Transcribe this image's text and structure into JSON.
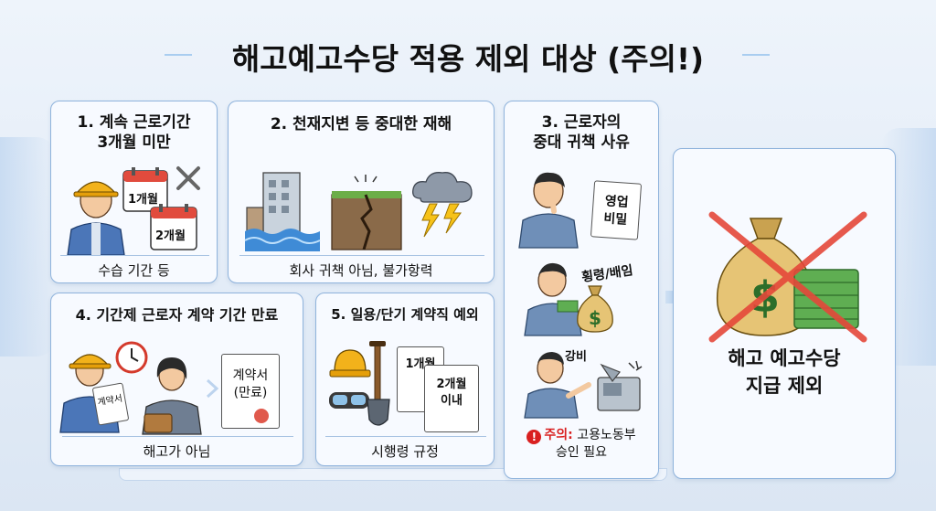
{
  "title": "해고예고수당 적용 제외 대상 (주의!)",
  "cards": [
    {
      "title_line1": "1. 계속 근로기간",
      "title_line2": "3개월 미만",
      "caption": "수습 기간 등",
      "calendar1": "1개월",
      "calendar2": "2개월"
    },
    {
      "title": "2. 천재지변 등 중대한 재해",
      "caption": "회사 귀책 아님, 불가항력"
    },
    {
      "title_line1": "3. 근로자의",
      "title_line2": "중대 귀책 사유",
      "doc_line1": "영업",
      "doc_line2": "비밀",
      "label_embezzle": "횡령/배임",
      "label_violence": "강비",
      "warning_mark": "!",
      "warning_label": "주의:",
      "warning_text1": "고용노동부",
      "warning_text2": "승인 필요"
    },
    {
      "title": "4. 기간제 근로자 계약 기간 만료",
      "caption": "해고가 아님",
      "held_doc": "계약서",
      "contract_line1": "계약서",
      "contract_line2": "(만료)"
    },
    {
      "title": "5. 일용/단기 계약직 예외",
      "caption": "시행령 규정",
      "doc1": "1개월",
      "doc2_line1": "2개월",
      "doc2_line2": "이내"
    }
  ],
  "result": {
    "line1": "해고 예고수당",
    "line2": "지급 제외"
  },
  "colors": {
    "card_border": "#8fb3dc",
    "arrow": "#2f77d6",
    "cross": "#e5483a",
    "warning": "#d92020"
  }
}
